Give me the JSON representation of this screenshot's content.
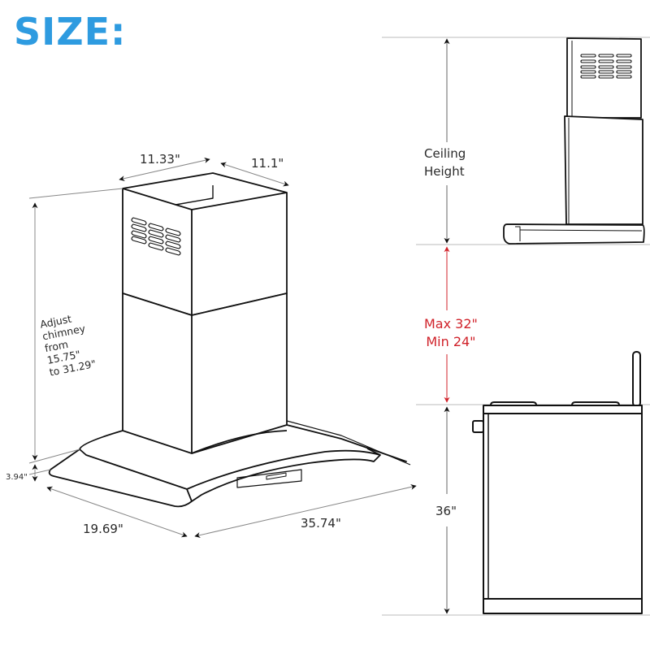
{
  "header": {
    "title": "SIZE:"
  },
  "colors": {
    "title": "#2e9be0",
    "accent_red": "#d0222a",
    "line": "#111111",
    "dimension_line": "#9a9a9a"
  },
  "hood_dimensions": {
    "chimney_width": "11.33\"",
    "chimney_depth": "11.1\"",
    "chimney_adjust_label": [
      "Adjust",
      "chimney",
      "from",
      "15.75\"",
      "to 31.29\""
    ],
    "canopy_height": "3.94\"",
    "canopy_depth": "19.69\"",
    "canopy_width": "35.74\""
  },
  "installation": {
    "ceiling_label": [
      "Ceiling",
      "Height"
    ],
    "clearance_label": [
      "Max 32\"",
      "Min 24\""
    ],
    "counter_height": "36\""
  }
}
